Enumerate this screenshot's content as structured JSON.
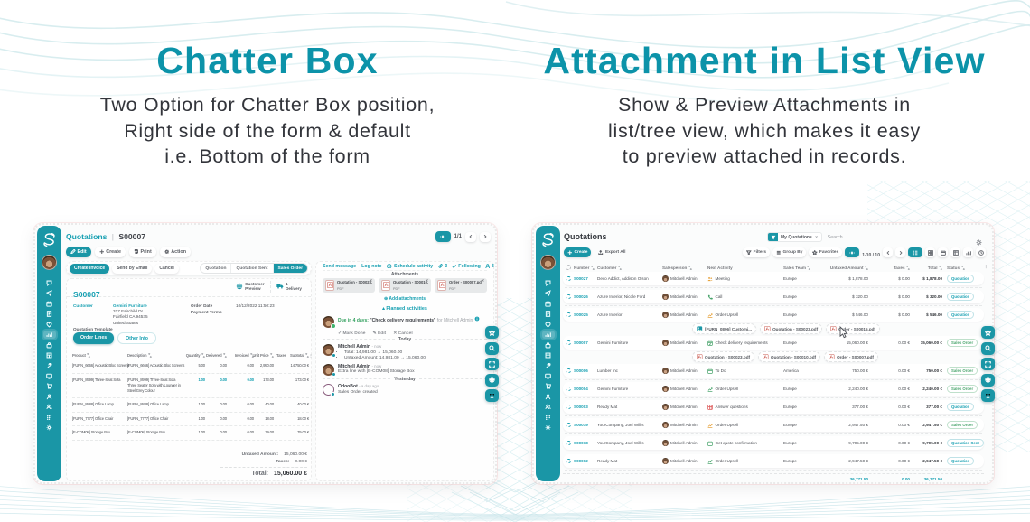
{
  "colors": {
    "teal": "#1a96a6",
    "teal_dark": "#0c93a9",
    "teal_link": "#17a0b2",
    "green": "#4aa56d",
    "orange": "#e6a23c",
    "red": "#dd5a5a",
    "text_dark": "#33353b"
  },
  "headings": {
    "left": {
      "title": "Chatter Box",
      "lines": [
        "Two Option for Chatter Box position,",
        "Right side of the form & default",
        "i.e. Bottom of the form"
      ]
    },
    "right": {
      "title": "Attachment in List View",
      "lines": [
        "Show & Preview Attachments in",
        "list/tree view, which makes it easy",
        "to preview attached in records."
      ]
    }
  },
  "sidebar": {
    "logo": "stellar-logo",
    "avatar": "user-avatar",
    "icons": [
      "discuss",
      "marketing",
      "calendar",
      "invoicing",
      "crm",
      "sales",
      "point-of-sale",
      "inventory",
      "manufacturing",
      "website",
      "purchase",
      "employees",
      "contacts",
      "apps",
      "settings"
    ],
    "active_icon": "sales"
  },
  "form_view": {
    "breadcrumb": {
      "app": "Quotations",
      "separator": "|",
      "record": "S00007"
    },
    "pager": {
      "count": "1/1",
      "prev": "left-arrow",
      "next": "right-arrow",
      "theme_button": "diamond-code"
    },
    "actions": [
      {
        "label": "Edit",
        "icon": "pencil",
        "active": true
      },
      {
        "label": "Create",
        "icon": "plus",
        "active": false
      },
      {
        "label": "Print",
        "icon": "printer",
        "active": false
      },
      {
        "label": "Action",
        "icon": "gear",
        "active": false
      }
    ],
    "status_buttons": [
      {
        "label": "Create Invoice",
        "active": true
      },
      {
        "label": "Send by Email",
        "active": false
      },
      {
        "label": "Cancel",
        "active": false
      }
    ],
    "stages": [
      {
        "label": "Quotation",
        "active": false
      },
      {
        "label": "Quotation Sent",
        "active": false
      },
      {
        "label": "Sales Order",
        "active": true
      }
    ],
    "stat_buttons": [
      {
        "icon": "globe",
        "line1": "Customer",
        "line2": "Preview"
      },
      {
        "icon": "truck",
        "line1": "1",
        "line2": "Delivery"
      }
    ],
    "title": "S00007",
    "fields": {
      "customer_label": "Customer",
      "customer_name": "Gemini Furniture",
      "customer_address": [
        "317 Fairchild Dr",
        "Fairfield CA 94535",
        "United States"
      ],
      "template_label": "Quotation Template",
      "order_date_label": "Order Date",
      "order_date": "10/12/2022 11:50:23",
      "payment_terms_label": "Payment Terms"
    },
    "tabs": [
      {
        "label": "Order Lines",
        "active": true
      },
      {
        "label": "Other Info",
        "active": false
      }
    ],
    "order_lines": {
      "headers": [
        "Product",
        "Description",
        "Quantity",
        "Delivered",
        "Invoiced",
        "Unit Price",
        "Taxes",
        "Subtotal"
      ],
      "rows": [
        {
          "product": "[FURN_6666] Acoustic Bloc Screens",
          "description": [
            "[FURN_6666] Acoustic Bloc Screens"
          ],
          "quantity": "5.00",
          "delivered": "0.00",
          "invoiced": "0.00",
          "unit_price": "2,950.00",
          "subtotal": "14,750.00 €",
          "highlight": false
        },
        {
          "product": "[FURN_8999] Three-Seat Sofa",
          "description": [
            "[FURN_8999] Three-Seat Sofa",
            "Three Seater Sofa with Lounger in",
            "Steel Grey Colour"
          ],
          "quantity": "1.00",
          "delivered": "0.00",
          "invoiced": "0.00",
          "unit_price": "173.00",
          "subtotal": "173.00 €",
          "highlight": true
        },
        {
          "product": "[FURN_8888] Office Lamp",
          "description": [
            "[FURN_8888] Office Lamp"
          ],
          "quantity": "1.00",
          "delivered": "0.00",
          "invoiced": "0.00",
          "unit_price": "40.00",
          "subtotal": "40.00 €",
          "highlight": false
        },
        {
          "product": "[FURN_7777] Office Chair",
          "description": [
            "[FURN_7777] Office Chair"
          ],
          "quantity": "1.00",
          "delivered": "0.00",
          "invoiced": "0.00",
          "unit_price": "18.00",
          "subtotal": "18.00 €",
          "highlight": false
        },
        {
          "product": "[E-COM08] Storage Box",
          "description": [
            "[E-COM08] Storage Box"
          ],
          "quantity": "1.00",
          "delivered": "0.00",
          "invoiced": "0.00",
          "unit_price": "79.00",
          "subtotal": "79.00 €",
          "highlight": false
        }
      ]
    },
    "totals": [
      {
        "label": "Untaxed Amount:",
        "value": "15,060.00 €",
        "grand": false
      },
      {
        "label": "Taxes:",
        "value": "0.00 €",
        "grand": false
      },
      {
        "label": "Total:",
        "value": "15,060.00 €",
        "grand": true
      }
    ]
  },
  "chatter": {
    "toolbar": {
      "send": "Send message",
      "log": "Log note",
      "schedule": "Schedule activity",
      "attachment_count": "3",
      "following": "Following",
      "follower_count": "3"
    },
    "attachments_label": "Attachments",
    "attachments": [
      {
        "name": "Quotation - S00023.pdf",
        "type": "PDF"
      },
      {
        "name": "Quotation - S00010.pdf",
        "type": "PDF"
      },
      {
        "name": "Order - S00007.pdf",
        "type": "PDF"
      }
    ],
    "add_attachments": "Add attachments",
    "planned_label": "Planned activities",
    "activity": {
      "due": "Due in 4 days:",
      "summary": "\"Check delivery requirements\"",
      "assignee": "for Mitchell Admin",
      "actions": [
        "Mark Done",
        "Edit",
        "Cancel"
      ]
    },
    "separator_today": "Today",
    "separator_yesterday": "Yesterday",
    "messages": [
      {
        "author": "Mitchell Admin",
        "time": "- now",
        "bullets": [
          "Total: 14,981.00 → 15,060.00",
          "Untaxed Amount: 14,981.00 → 15,060.00"
        ],
        "text": "",
        "bot": false
      },
      {
        "author": "Mitchell Admin",
        "time": "- now",
        "bullets": [],
        "text": "Extra line with [E-COM08] Storage Box",
        "bot": false
      },
      {
        "author": "OdooBot",
        "time": "- a day ago",
        "bullets": [],
        "text": "Sales Order created",
        "bot": true,
        "separator_before": "Yesterday"
      }
    ]
  },
  "list_view": {
    "title": "Quotations",
    "search": {
      "facet": "My Quotations",
      "placeholder": "Search..."
    },
    "create_label": "Create",
    "export_label": "Export All",
    "controls": [
      {
        "label": "Filters",
        "icon": "funnel"
      },
      {
        "label": "Group By",
        "icon": "rows"
      },
      {
        "label": "Favorites",
        "icon": "star"
      }
    ],
    "pager": {
      "count": "1-10 / 10",
      "theme_button": "diamond-code"
    },
    "view_switcher": [
      "list",
      "kanban",
      "calendar",
      "pivot",
      "graph",
      "activity"
    ],
    "active_view": "list",
    "headers": [
      {
        "label": "Number",
        "sort": true
      },
      {
        "label": "Customer",
        "sort": true
      },
      {
        "label": "Salesperson",
        "sort": true
      },
      {
        "label": "Next Activity",
        "sort": false
      },
      {
        "label": "Sales Team",
        "sort": true
      },
      {
        "label": "Untaxed Amount",
        "sort": true
      },
      {
        "label": "Taxes",
        "sort": true
      },
      {
        "label": "Total",
        "sort": true
      },
      {
        "label": "Status",
        "sort": true
      }
    ],
    "rows": [
      {
        "number": "S00027",
        "customer": "Deco Addict, Addison Olson",
        "salesperson": "Mitchell Admin",
        "activity": "Meeting",
        "activity_icon": "people",
        "activity_color": "#e6a23c",
        "team": "Europe",
        "untaxed": "$ 1,878.00",
        "taxes": "$ 0.00",
        "total": "$ 1,878.00",
        "status": "Quotation",
        "status_color": "teal",
        "attachments": []
      },
      {
        "number": "S00026",
        "customer": "Azure Interior, Nicole Ford",
        "salesperson": "Mitchell Admin",
        "activity": "Call",
        "activity_icon": "phone",
        "activity_color": "#49a46c",
        "team": "Europe",
        "untaxed": "$ 320.00",
        "taxes": "$ 0.00",
        "total": "$ 320.00",
        "status": "Quotation",
        "status_color": "teal",
        "attachments": []
      },
      {
        "number": "S00025",
        "customer": "Azure Interior",
        "salesperson": "Mitchell Admin",
        "activity": "Order Upsell",
        "activity_icon": "chart-up",
        "activity_color": "#e6a23c",
        "team": "Europe",
        "untaxed": "$ 546.00",
        "taxes": "$ 0.00",
        "total": "$ 546.00",
        "status": "Quotation",
        "status_color": "teal",
        "attachments": [
          {
            "name": "[FURN_0896] Customi...",
            "kind": "image"
          },
          {
            "name": "Quotation - S00023.pdf",
            "kind": "pdf"
          },
          {
            "name": "Order - S00015.pdf",
            "kind": "pdf"
          }
        ]
      },
      {
        "number": "S00007",
        "customer": "Gemini Furniture",
        "salesperson": "Mitchell Admin",
        "activity": "Check delivery requirements",
        "activity_icon": "calendar-check",
        "activity_color": "#49a46c",
        "team": "Europe",
        "untaxed": "15,060.00 €",
        "taxes": "0.00 €",
        "total": "15,060.00 €",
        "status": "Sales Order",
        "status_color": "green",
        "attachments": [
          {
            "name": "Quotation - S00023.pdf",
            "kind": "pdf"
          },
          {
            "name": "Quotation - S00010.pdf",
            "kind": "pdf"
          },
          {
            "name": "Order - S00007.pdf",
            "kind": "pdf"
          }
        ]
      },
      {
        "number": "S00006",
        "customer": "Lumber Inc",
        "salesperson": "Mitchell Admin",
        "activity": "To Do",
        "activity_icon": "calendar",
        "activity_color": "#49a46c",
        "team": "America",
        "untaxed": "750.00 €",
        "taxes": "0.00 €",
        "total": "750.00 €",
        "status": "Sales Order",
        "status_color": "green",
        "attachments": []
      },
      {
        "number": "S00004",
        "customer": "Gemini Furniture",
        "salesperson": "Mitchell Admin",
        "activity": "Order Upsell",
        "activity_icon": "chart-up",
        "activity_color": "#49a46c",
        "team": "Europe",
        "untaxed": "2,240.00 €",
        "taxes": "0.00 €",
        "total": "2,240.00 €",
        "status": "Sales Order",
        "status_color": "green",
        "attachments": []
      },
      {
        "number": "S00003",
        "customer": "Ready Mat",
        "salesperson": "Mitchell Admin",
        "activity": "Answer questions",
        "activity_icon": "grid-red",
        "activity_color": "#dd5a5a",
        "team": "Europe",
        "untaxed": "377.00 €",
        "taxes": "0.00 €",
        "total": "377.00 €",
        "status": "Quotation",
        "status_color": "teal",
        "attachments": []
      },
      {
        "number": "S00019",
        "customer": "YourCompany, Joel Willis",
        "salesperson": "Mitchell Admin",
        "activity": "Order Upsell",
        "activity_icon": "chart-up",
        "activity_color": "#e6a23c",
        "team": "Europe",
        "untaxed": "2,947.50 €",
        "taxes": "0.00 €",
        "total": "2,947.50 €",
        "status": "Sales Order",
        "status_color": "green",
        "attachments": []
      },
      {
        "number": "S00018",
        "customer": "YourCompany, Joel Willis",
        "salesperson": "Mitchell Admin",
        "activity": "Get quote confirmation",
        "activity_icon": "calendar",
        "activity_color": "#49a46c",
        "team": "Europe",
        "untaxed": "9,705.00 €",
        "taxes": "0.00 €",
        "total": "9,705.00 €",
        "status": "Quotation Sent",
        "status_color": "teal",
        "attachments": []
      },
      {
        "number": "S00002",
        "customer": "Ready Mat",
        "salesperson": "Mitchell Admin",
        "activity": "Order Upsell",
        "activity_icon": "chart-up",
        "activity_color": "#49a46c",
        "team": "Europe",
        "untaxed": "2,947.50 €",
        "taxes": "0.00 €",
        "total": "2,947.50 €",
        "status": "Quotation",
        "status_color": "teal",
        "attachments": []
      }
    ],
    "footer": {
      "untaxed": "36,771.50",
      "taxes": "0.00",
      "total": "36,771.50"
    }
  },
  "floating_buttons": [
    "star",
    "magnifier",
    "expand",
    "translate",
    "keypad"
  ]
}
